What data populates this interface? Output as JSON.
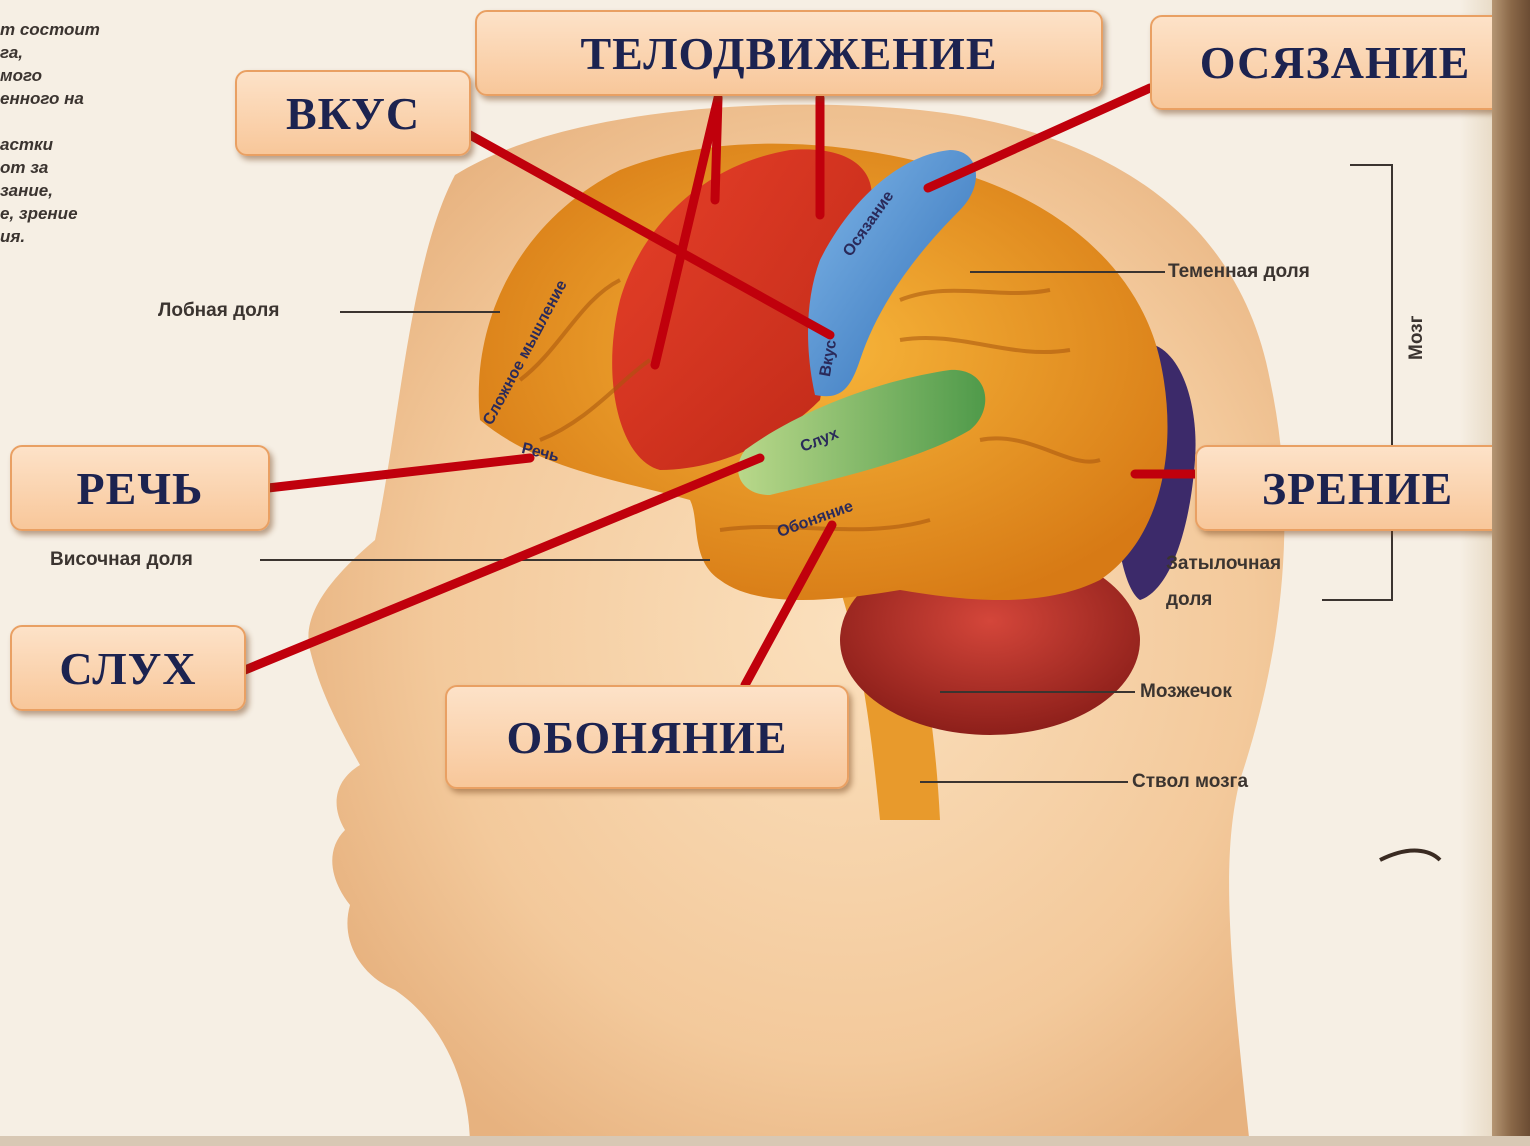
{
  "side_text": {
    "lines": [
      "т состоит",
      "га,",
      "мого",
      "енного на",
      "",
      "астки",
      "от за",
      "зание,",
      "е, зрение",
      "ия."
    ]
  },
  "anatomy": {
    "frontal": "Лобная доля",
    "temporal": "Височная доля",
    "parietal": "Теменная доля",
    "occipital_1": "Затылочная",
    "occipital_2": "доля",
    "cerebellum": "Мозжечок",
    "brainstem": "Ствол мозга",
    "brain": "Мозг"
  },
  "region_labels": {
    "complex_thinking": "Сложное мышление",
    "touch": "Осязание",
    "taste": "Вкус",
    "speech": "Речь",
    "hearing": "Слух",
    "smell": "Обоняние"
  },
  "callouts": {
    "body_movement": "ТЕЛОДВИЖЕНИЕ",
    "touch": "ОСЯЗАНИЕ",
    "taste": "ВКУС",
    "speech": "РЕЧЬ",
    "vision": "ЗРЕНИЕ",
    "hearing": "СЛУХ",
    "smell": "ОБОНЯНИЕ"
  },
  "colors": {
    "callout_fill": "#f8c79a",
    "callout_text": "#1c2350",
    "pointer_line": "#c0000c"
  }
}
